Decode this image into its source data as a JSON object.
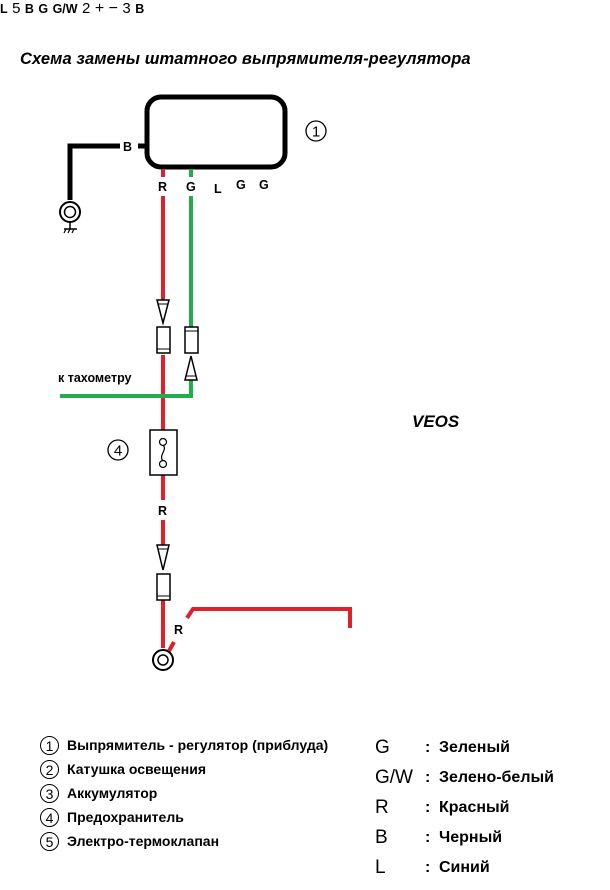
{
  "title": "Схема замены штатного выпрямителя-регулятора",
  "watermark": "VEOS",
  "tachometer_label": "к тахометру",
  "colors": {
    "red": "#e0202a",
    "green": "#22ac4c",
    "blue": "#3840c0",
    "black": "#000000"
  },
  "regulator_wires": [
    "R",
    "G",
    "L",
    "G",
    "G"
  ],
  "wire_labels": {
    "ground_b": "B",
    "coil_gw": "G/W",
    "coil_g": "G",
    "valve_l": "L",
    "valve_b": "B",
    "fuse_r": "R",
    "battery_r": "R",
    "battery_b": "B"
  },
  "component_numbers": {
    "regulator": "1",
    "coil": "2",
    "battery": "3",
    "fuse": "4",
    "valve": "5"
  },
  "battery_terminals": {
    "plus": "+",
    "minus": "−"
  },
  "legend_parts": [
    {
      "num": "1",
      "label": "Выпрямитель - регулятор (приблуда)"
    },
    {
      "num": "2",
      "label": "Катушка освещения"
    },
    {
      "num": "3",
      "label": "Аккумулятор"
    },
    {
      "num": "4",
      "label": "Предохранитель"
    },
    {
      "num": "5",
      "label": "Электро-термоклапан"
    }
  ],
  "legend_colors": [
    {
      "code": "G",
      "name": "Зеленый"
    },
    {
      "code": "G/W",
      "name": "Зелено-белый"
    },
    {
      "code": "R",
      "name": "Красный"
    },
    {
      "code": "B",
      "name": "Черный"
    },
    {
      "code": "L",
      "name": "Синий"
    }
  ]
}
